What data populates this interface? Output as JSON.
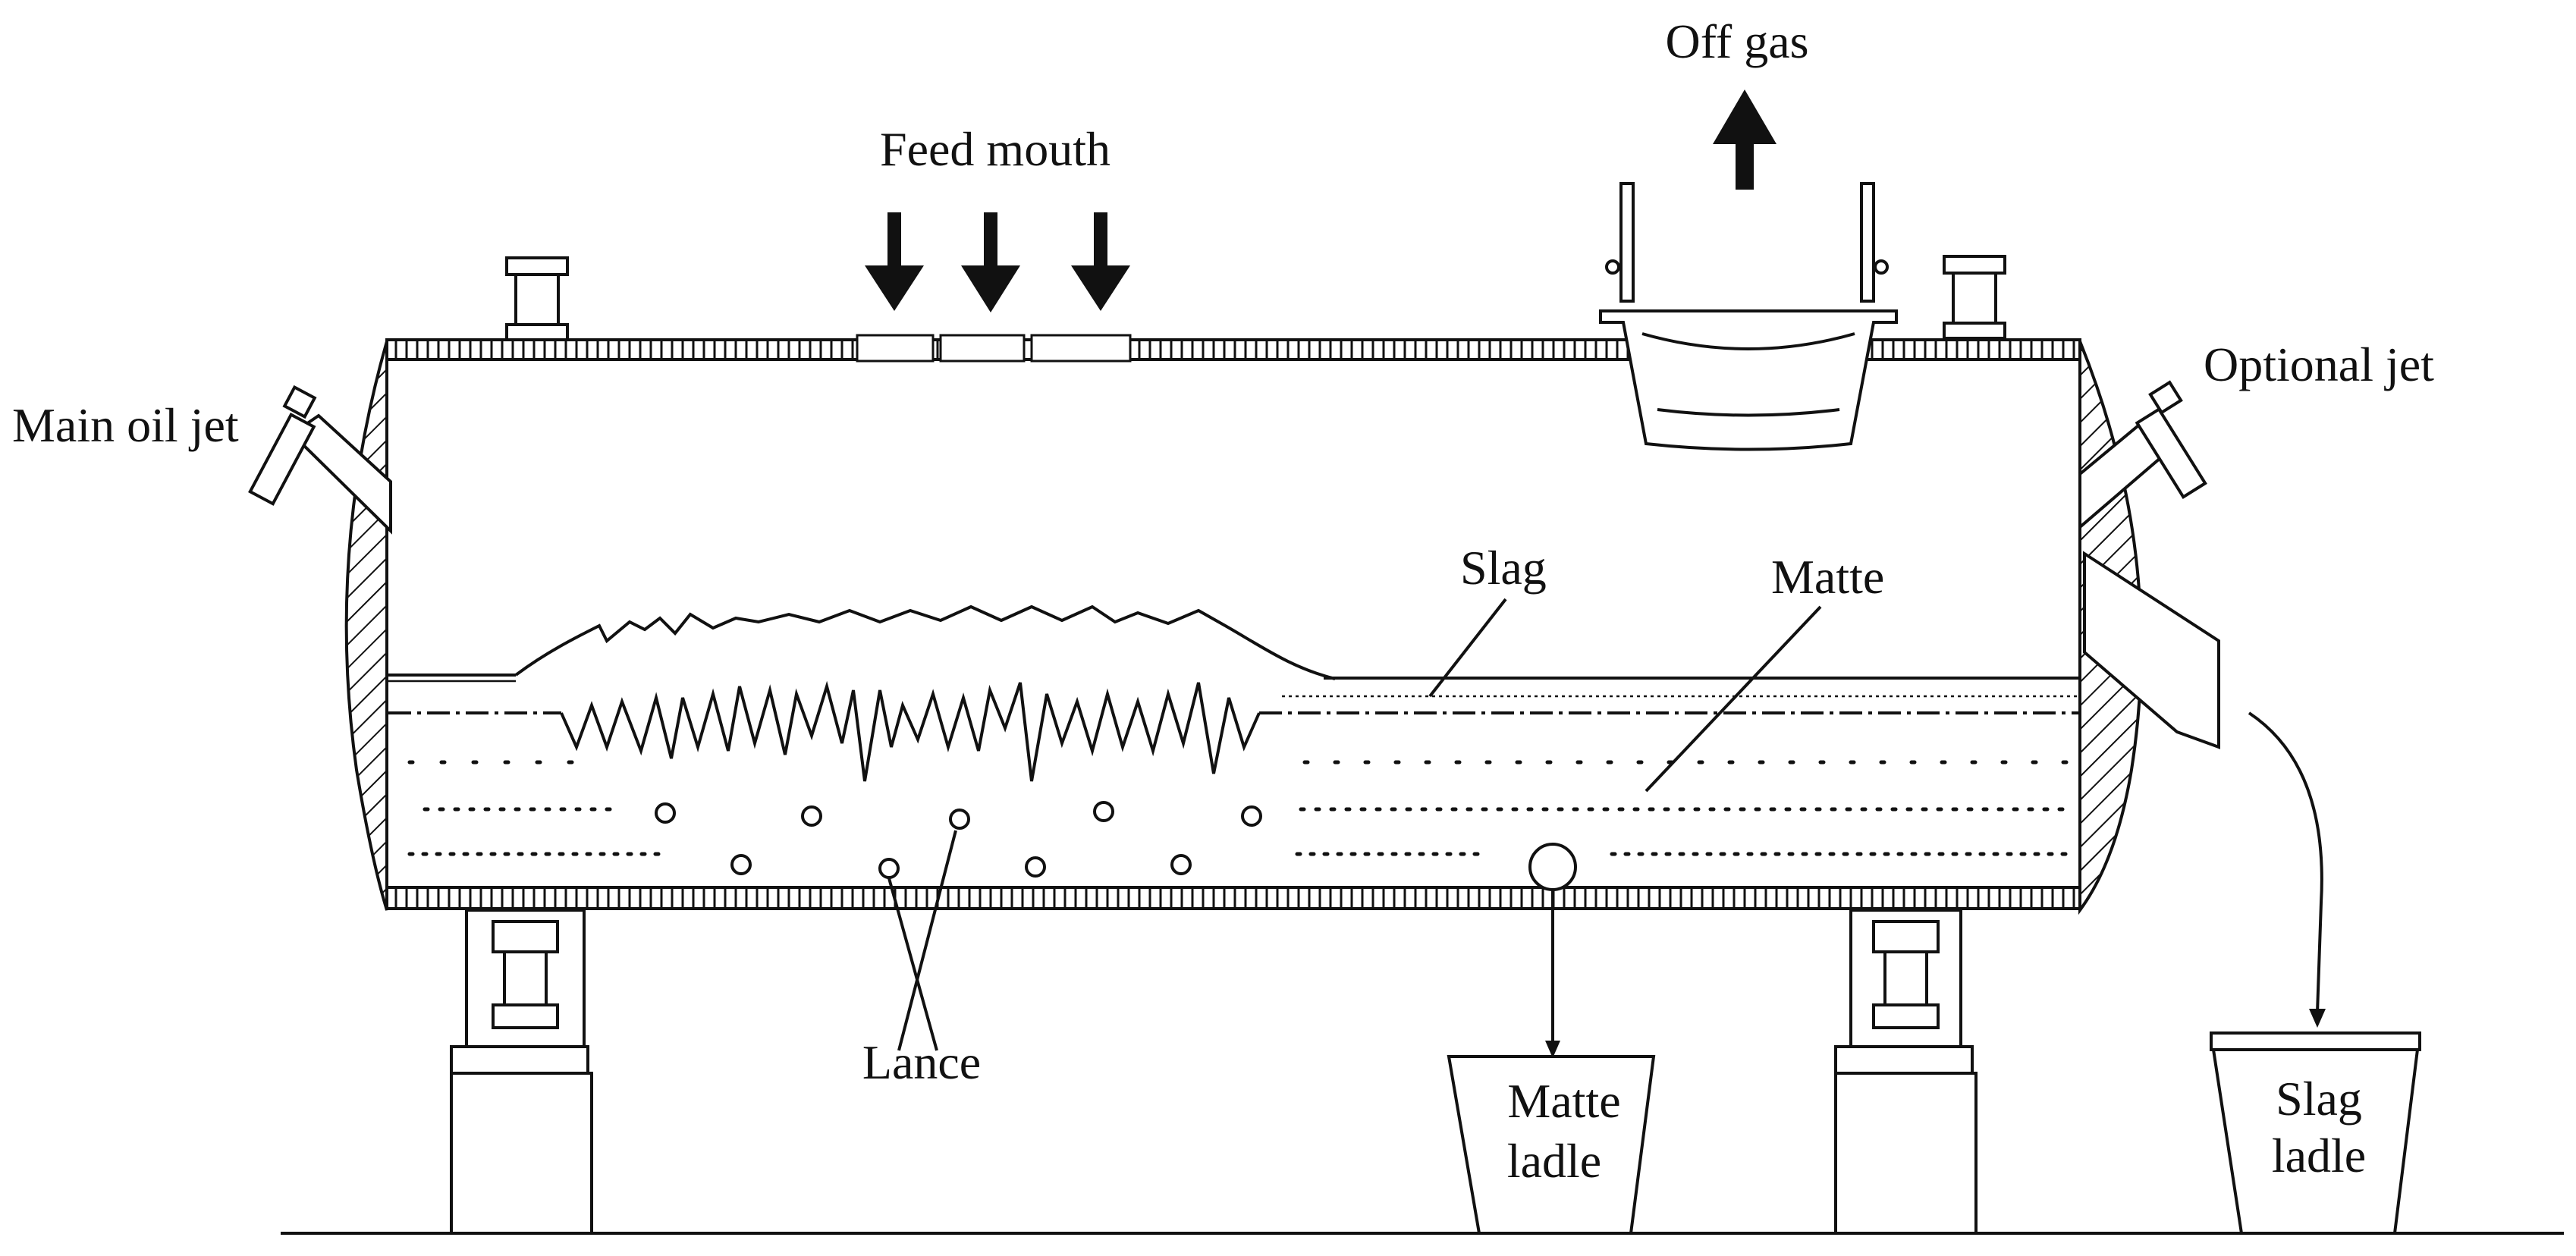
{
  "diagram": {
    "labels": {
      "off_gas": "Off gas",
      "feed_mouth": "Feed mouth",
      "main_oil_jet": "Main oil jet",
      "optional_jet": "Optional jet",
      "slag": "Slag",
      "matte": "Matte",
      "lance": "Lance",
      "matte_ladle_line1": "Matte",
      "matte_ladle_line2": "ladle",
      "slag_ladle_line1": "Slag",
      "slag_ladle_line2": "ladle"
    }
  }
}
